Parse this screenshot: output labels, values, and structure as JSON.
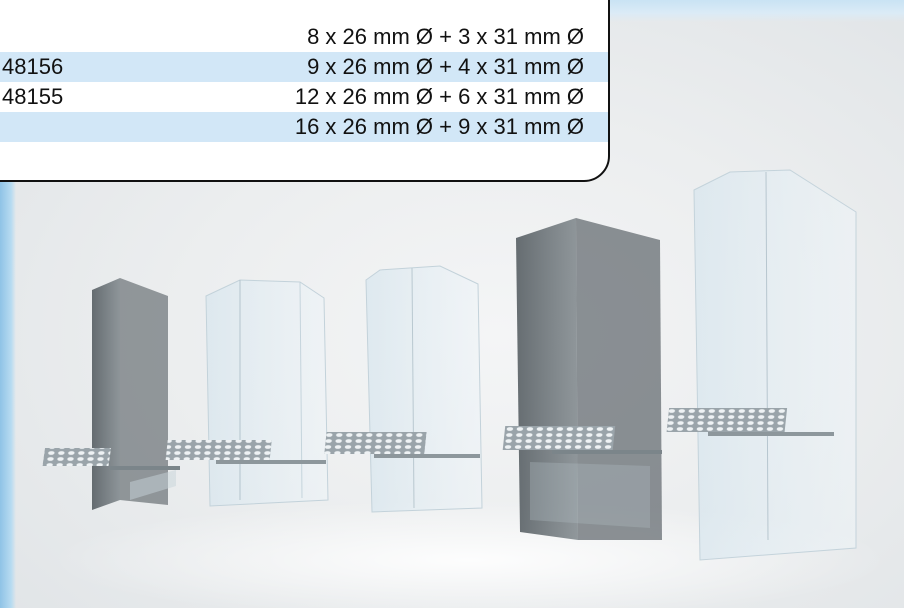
{
  "spec_table": {
    "rows": [
      {
        "number": "",
        "spec": "8 x 26 mm Ø + 3 x 31 mm Ø",
        "highlight": false
      },
      {
        "number": "48156",
        "spec": "9 x 26 mm Ø + 4 x 31 mm Ø",
        "highlight": true
      },
      {
        "number": "48155",
        "spec": "12 x 26 mm Ø + 6 x 31 mm Ø",
        "highlight": false
      },
      {
        "number": "",
        "spec": "16 x 26 mm Ø + 9 x 31 mm Ø",
        "highlight": true
      }
    ]
  },
  "colors": {
    "highlight_row": "#d2e7f7",
    "border": "#111111",
    "tinted_glass": "#5c6469",
    "clear_glass": "#dfeaf0"
  }
}
